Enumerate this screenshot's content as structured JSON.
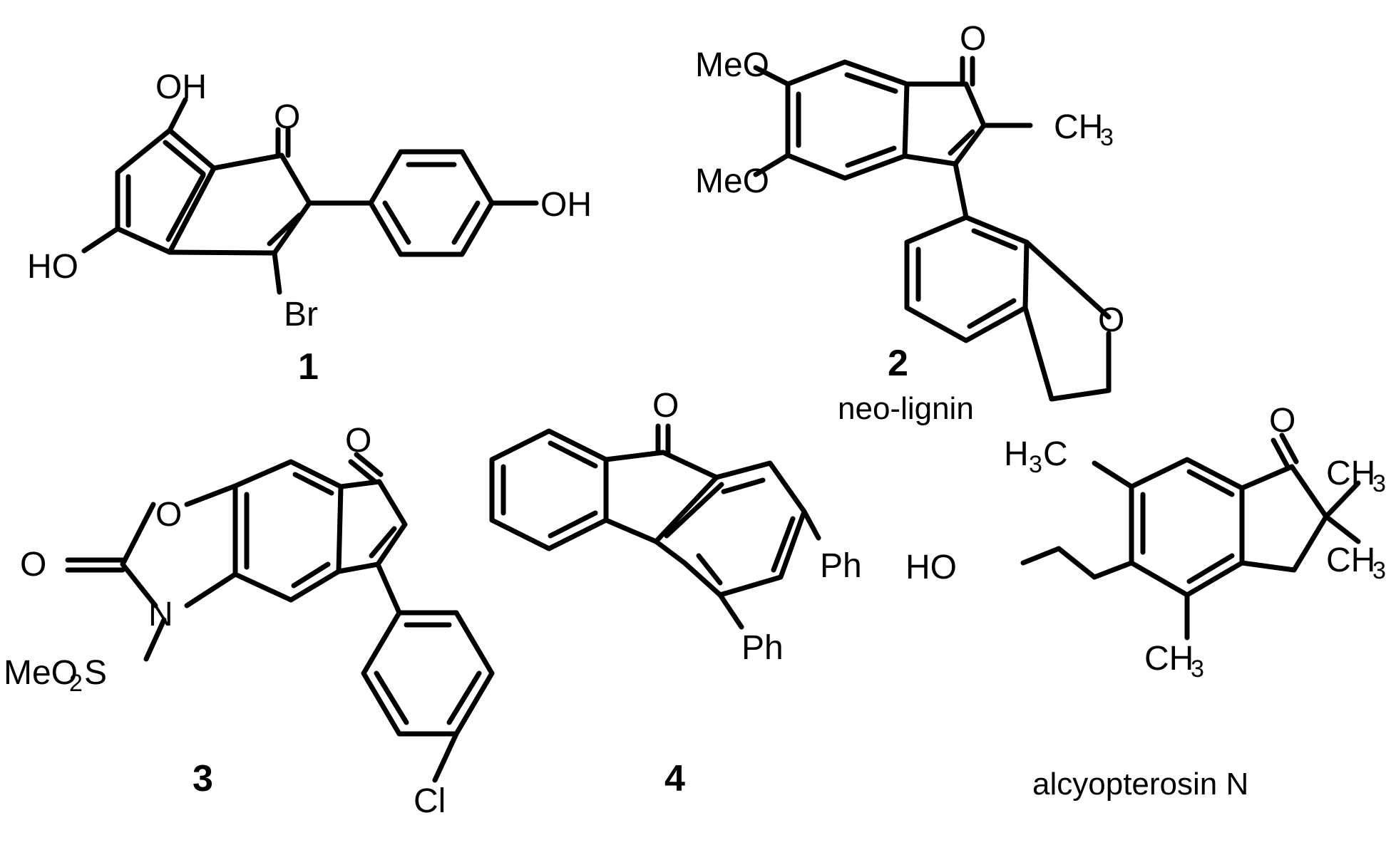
{
  "compounds": [
    {
      "number": "1",
      "name": "",
      "labels": {
        "oh_top": "OH",
        "oxo": "O",
        "oh_right": "OH",
        "oh_left": "HO",
        "br": "Br"
      }
    },
    {
      "number": "2",
      "name": "neo-lignin",
      "labels": {
        "meo_top": "MeO",
        "meo_bottom": "MeO",
        "oxo": "O",
        "ch3_main": "CH",
        "ch3_sub": "3",
        "furan_o": "O"
      }
    },
    {
      "number": "3",
      "name": "",
      "labels": {
        "ring_o": "O",
        "exo_o": "O",
        "n": "N",
        "s_pre": "MeO",
        "s_sub": "2",
        "s_post": "S",
        "oxo": "O",
        "cl": "Cl"
      }
    },
    {
      "number": "4",
      "name": "",
      "labels": {
        "oxo": "O",
        "ph_top": "Ph",
        "ph_bottom": "Ph"
      }
    },
    {
      "number": "",
      "name": "alcyopterosin N",
      "labels": {
        "h3c_pre": "H",
        "h3c_sub": "3",
        "h3c_post": "C",
        "oxo": "O",
        "ch3a": "CH",
        "ch3a_sub": "3",
        "ch3b": "CH",
        "ch3b_sub": "3",
        "ho": "HO",
        "ch3c": "CH",
        "ch3c_sub": "3"
      }
    }
  ]
}
